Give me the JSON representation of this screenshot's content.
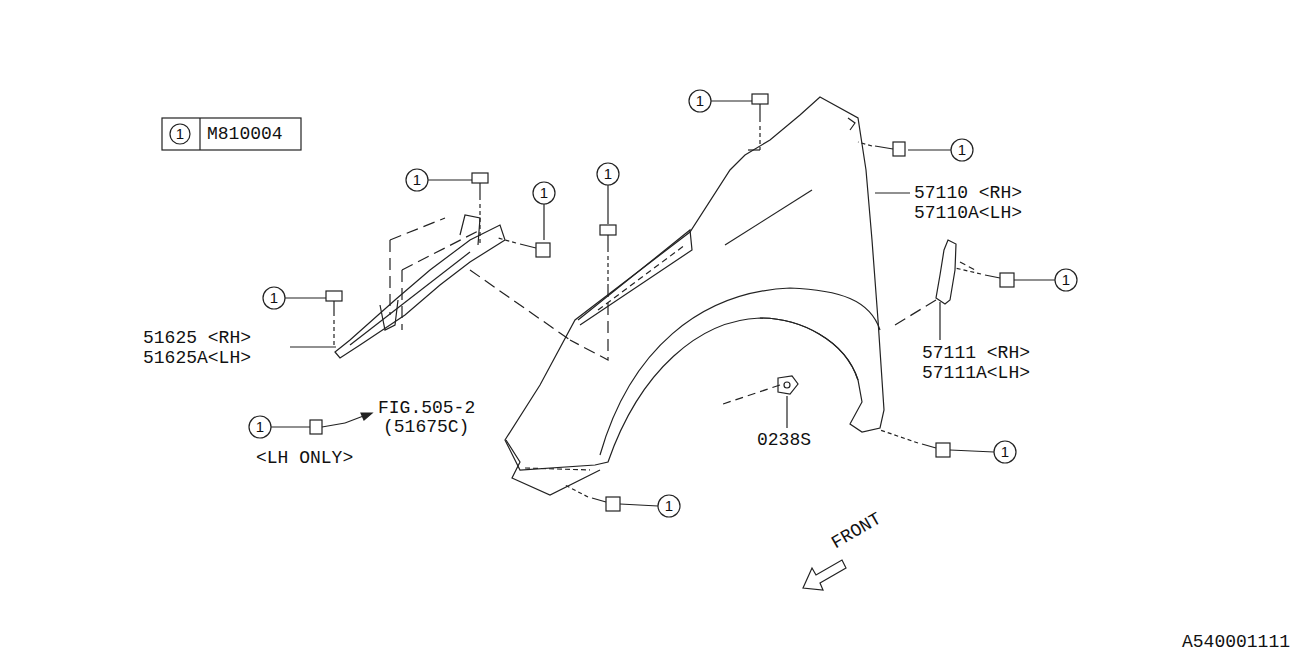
{
  "diagram": {
    "labels": [
      "1",
      "M810004",
      "1",
      "1",
      "1",
      "1",
      "1",
      "1",
      "1",
      "1",
      "1",
      "1",
      "57110 <RH>",
      "57110A<LH>",
      "57111 <RH>",
      "57111A<LH>",
      "51625 <RH>",
      "51625A<LH>",
      "FIG.505-2",
      "(51675C)",
      "<LH ONLY>",
      "0238S",
      "FRONT",
      "A540001111"
    ]
  }
}
